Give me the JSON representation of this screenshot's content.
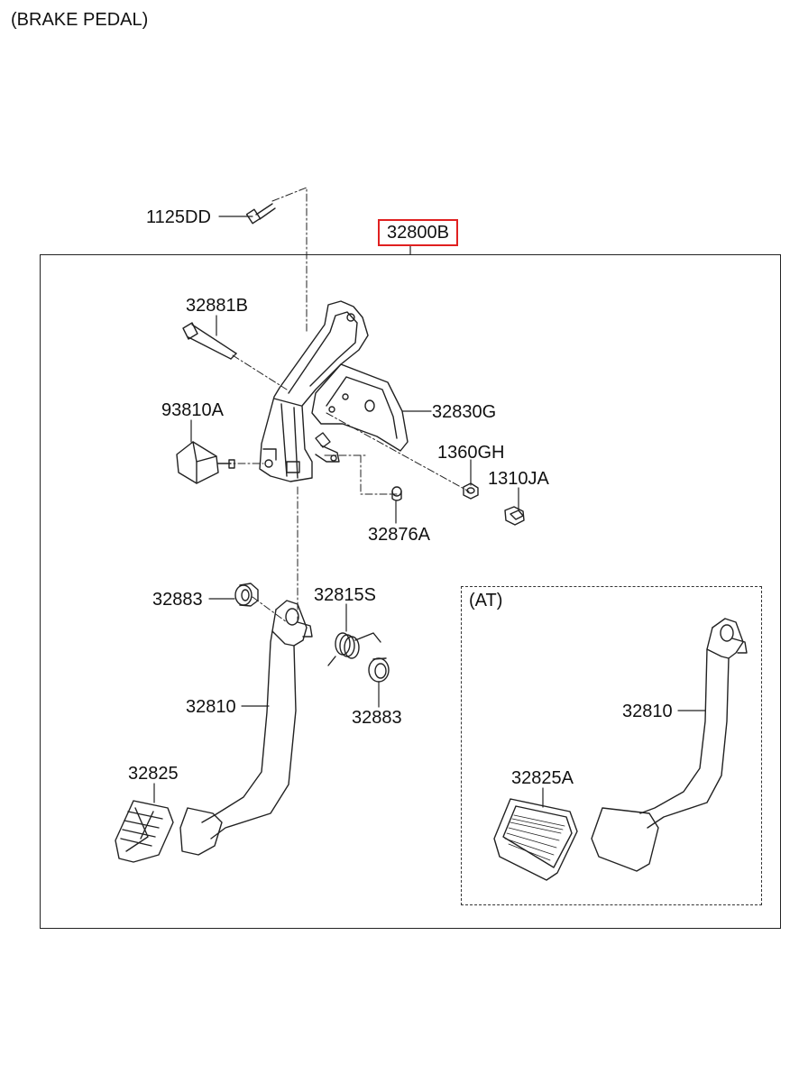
{
  "diagram": {
    "title": "(BRAKE PEDAL)",
    "assembly_part": "32800B",
    "at_section_label": "(AT)",
    "parts": {
      "bolt_top": "1125DD",
      "bolt_pivot": "32881B",
      "switch": "93810A",
      "bracket": "32830G",
      "nut_a": "1360GH",
      "nut_b": "1310JA",
      "pin": "32876A",
      "bushing_left": "32883",
      "spring": "32815S",
      "bushing_right": "32883",
      "pedal_arm": "32810",
      "pedal_pad": "32825",
      "at_pedal_arm": "32810",
      "at_pedal_pad": "32825A"
    },
    "highlight_color": "#e02020"
  }
}
